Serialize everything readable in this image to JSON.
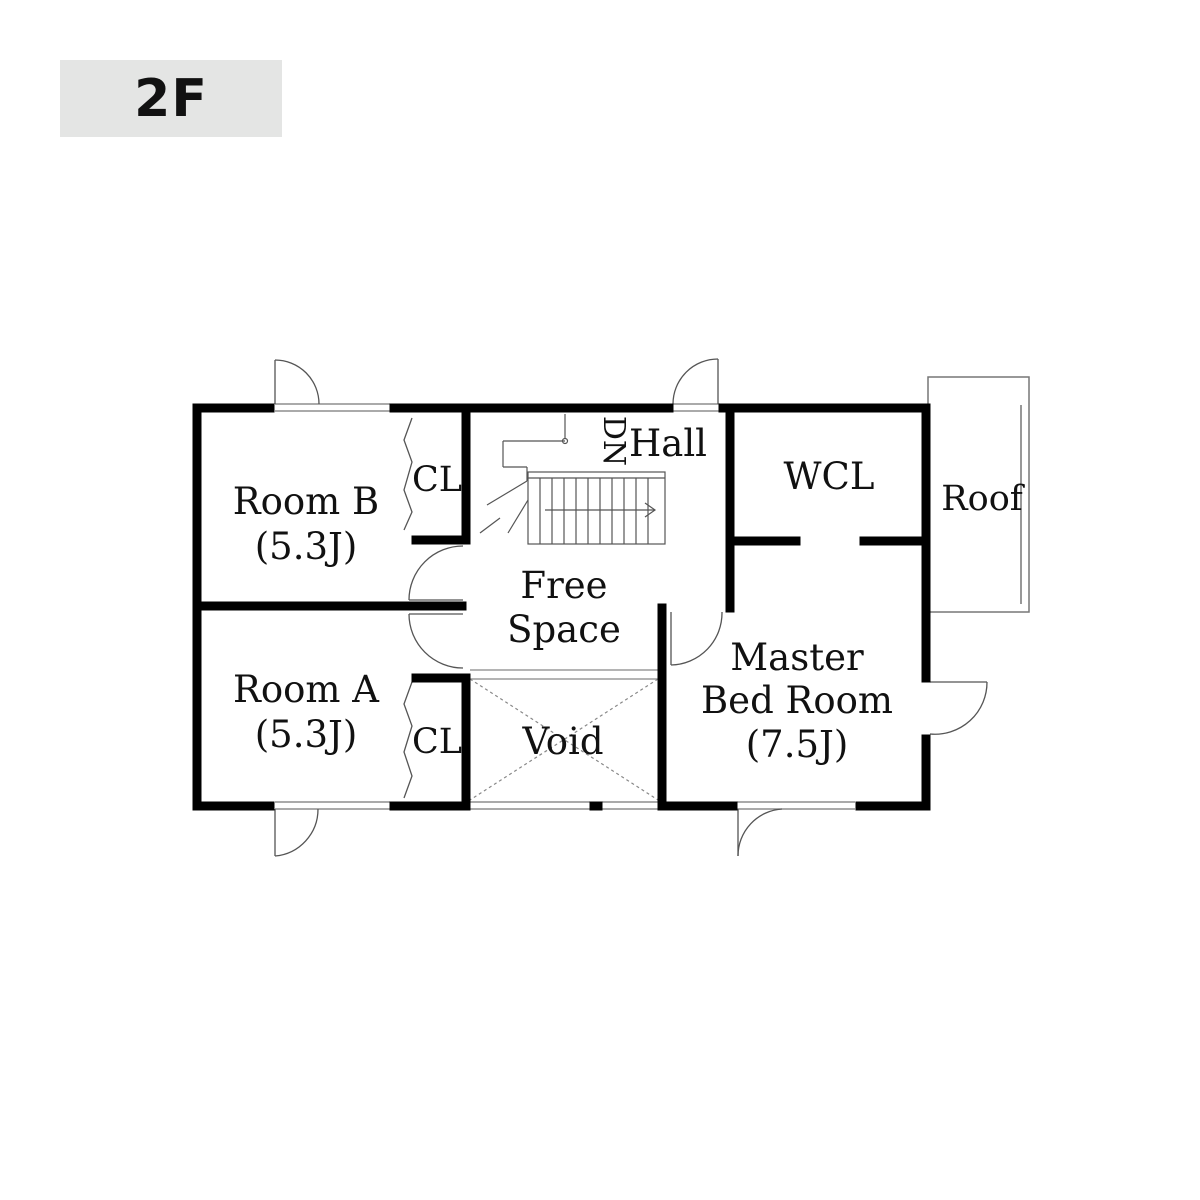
{
  "floor_label": "2F",
  "rooms": {
    "room_b": {
      "name": "Room B",
      "size": "(5.3J)"
    },
    "room_a": {
      "name": "Room A",
      "size": "(5.3J)"
    },
    "closet_b": {
      "name": "CL"
    },
    "closet_a": {
      "name": "CL"
    },
    "hall": {
      "name": "Hall"
    },
    "stair_direction": "DN",
    "free_space": {
      "line1": "Free",
      "line2": "Space"
    },
    "void": {
      "name": "Void"
    },
    "wcl": {
      "name": "WCL"
    },
    "roof": {
      "name": "Roof"
    },
    "master": {
      "line1": "Master",
      "line2": "Bed Room",
      "size": "(7.5J)"
    }
  }
}
